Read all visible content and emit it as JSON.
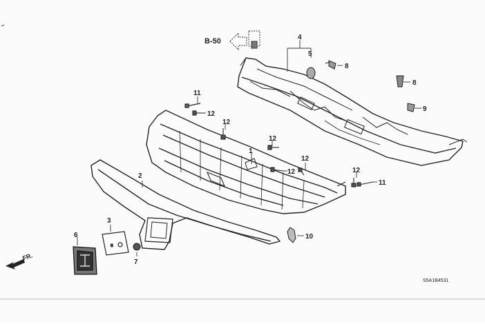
{
  "diagram": {
    "reference": "B-50",
    "front_indicator": "FR.",
    "diagram_code": "S5A1B4531",
    "callouts": [
      {
        "id": "c1",
        "label": "1"
      },
      {
        "id": "c2",
        "label": "2"
      },
      {
        "id": "c3",
        "label": "3"
      },
      {
        "id": "c4",
        "label": "4"
      },
      {
        "id": "c5",
        "label": "5"
      },
      {
        "id": "c6",
        "label": "6"
      },
      {
        "id": "c7",
        "label": "7"
      },
      {
        "id": "c8a",
        "label": "8"
      },
      {
        "id": "c8b",
        "label": "8"
      },
      {
        "id": "c9",
        "label": "9"
      },
      {
        "id": "c10",
        "label": "10"
      },
      {
        "id": "c11a",
        "label": "11"
      },
      {
        "id": "c11b",
        "label": "11"
      },
      {
        "id": "c12a",
        "label": "12"
      },
      {
        "id": "c12b",
        "label": "12"
      },
      {
        "id": "c12c",
        "label": "12"
      },
      {
        "id": "c12d",
        "label": "12"
      },
      {
        "id": "c12e",
        "label": "12"
      },
      {
        "id": "c12f",
        "label": "12"
      }
    ]
  }
}
